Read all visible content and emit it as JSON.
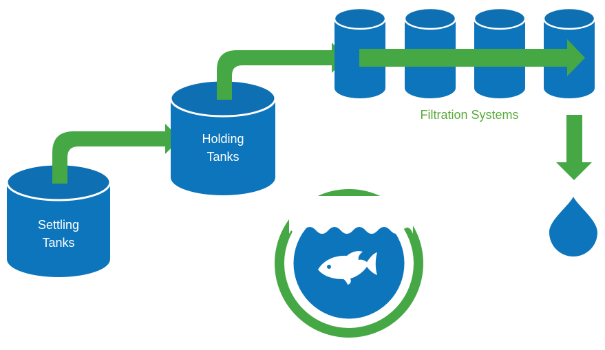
{
  "labels": {
    "settling_line1": "Settling",
    "settling_line2": "Tanks",
    "holding_line1": "Holding",
    "holding_line2": "Tanks",
    "filtration": "Filtration Systems"
  },
  "icons": {
    "fish": "fish-icon",
    "water_drop": "water-drop-icon",
    "waves": "waves-icon"
  },
  "colors": {
    "tank_blue": "#0d75bc",
    "tank_top": "#0f6fb3",
    "arrow_green": "#45a845",
    "label_green": "#5aaa3c",
    "white": "#ffffff"
  }
}
